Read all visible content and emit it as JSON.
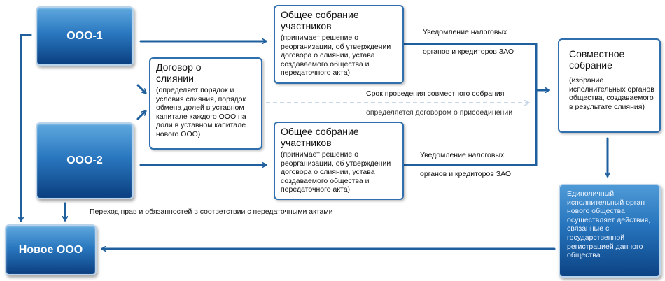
{
  "nodes": {
    "ooo1": "ООО-1",
    "ooo2": "ООО-2",
    "new_ooo": "Новое ООО",
    "contract": {
      "title": "Договор о слиянии",
      "desc": "(определяет порядок и условия слияния, порядок обмена долей в уставном капитале каждого ООО на доли в уставном капитале нового ООО)"
    },
    "meeting1": {
      "title": "Общее собрание участников",
      "desc": "(принимает решение о реорганизации, об утверждении договора о слиянии, устава создаваемого общества и передаточного акта)"
    },
    "meeting2": {
      "title": "Общее собрание участников",
      "desc": "(принимает решение о реорганизации, об утверждении договора о слиянии, устава создаваемого общества и передаточного акта)"
    },
    "joint": {
      "title": "Совместное собрание",
      "desc": "(избрание исполнительных органов общества, создаваемого в результате слияния)"
    },
    "executive": "Единоличный исполнительный орган нового общества осуществляет действия, связанные с государственной регистрацией данного общества."
  },
  "labels": {
    "notify1_line1": "Уведомление налоговых",
    "notify1_line2": "органов и кредиторов ЗАО",
    "notify2_line1": "Уведомление налоговых",
    "notify2_line2": "органов и кредиторов ЗАО",
    "term_line1": "Срок проведения совместного собрания",
    "term_line2": "определяется договором о присоединении",
    "transfer": "Переход прав и обязанностей в соответствии с передаточными актами"
  },
  "colors": {
    "node_blue": "#2a78c0",
    "arrow_blue": "#1f5f9e",
    "border_blue": "#2f6fae"
  }
}
